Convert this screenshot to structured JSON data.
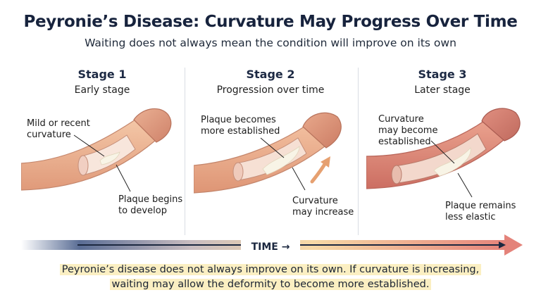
{
  "title": "Peyronie’s Disease: Curvature May Progress Over Time",
  "subtitle": "Waiting does not always mean the condition will improve on its own",
  "stages": [
    {
      "name": "Stage 1",
      "subtitle": "Early stage",
      "callout_top": [
        "Mild or recent",
        "curvature"
      ],
      "callout_bottom": [
        "Plaque begins",
        "to develop"
      ]
    },
    {
      "name": "Stage 2",
      "subtitle": "Progression over time",
      "callout_top": [
        "Plaque becomes",
        "more established"
      ],
      "callout_bottom": [
        "Curvature",
        "may increase"
      ]
    },
    {
      "name": "Stage 3",
      "subtitle": "Later stage",
      "callout_top": [
        "Curvature",
        "may become",
        "established"
      ],
      "callout_bottom": [
        "Plaque remains",
        "less elastic"
      ]
    }
  ],
  "timeline": {
    "label": "TIME →"
  },
  "footer": [
    "Peyronie’s disease does not always improve on its own. If curvature is increasing,",
    "waiting may allow the deformity to become more established."
  ],
  "colors": {
    "title": "#17233d",
    "skin_light": "#f2c3a2",
    "skin_mid": "#e8a586",
    "skin_red": "#d97a6e",
    "plaque": "#f6f1e4",
    "time_start": "#223764",
    "time_end": "#e4837a",
    "highlight": "#fbefc2"
  }
}
